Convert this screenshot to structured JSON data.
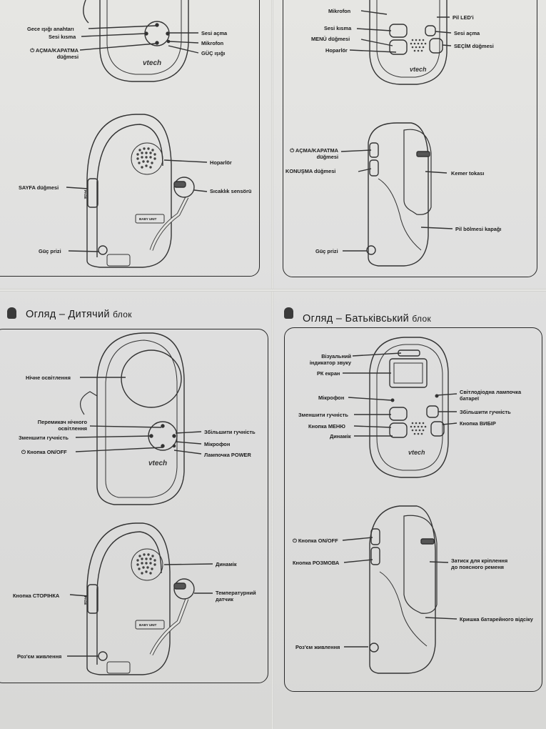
{
  "top_left": {
    "upper_labels": {
      "gece": "Gece ışığı anahtarı",
      "sesi_kisma": "Sesi kısma",
      "acma": "⏻ AÇMA/KAPATMA",
      "acma2": "düğmesi",
      "sesi_acma": "Sesi açma",
      "mikrofon": "Mikrofon",
      "guc_isigi": "GÜÇ ışığı",
      "logo": "vtech"
    },
    "lower_labels": {
      "hoparlor": "Hoparlör",
      "sayfa": "SAYFA düğmesi",
      "sicaklik": "Sıcaklık sensörü",
      "guc_prizi": "Güç prizi",
      "page_btn": "PAGE",
      "baby_unit": "BABY UNIT"
    }
  },
  "top_right": {
    "upper_labels": {
      "mikrofon": "Mikrofon",
      "pil_led": "Pil LED'i",
      "sesi_kisma": "Sesi kısma",
      "sesi_acma": "Sesi açma",
      "menu": "MENÜ düğmesi",
      "secim": "SEÇİM düğmesi",
      "hoparlor": "Hoparlör",
      "logo": "vtech"
    },
    "lower_labels": {
      "acma": "⏻ AÇMA/KAPATMA",
      "acma2": "düğmesi",
      "konusma": "KONUŞMA düğmesi",
      "kemer": "Kemer tokası",
      "pil": "Pil bölmesi kapağı",
      "guc_prizi": "Güç prizi"
    }
  },
  "bottom_left": {
    "title_main": "Огляд – Дитячий",
    "title_small": "блок",
    "upper_labels": {
      "nichne": "Нічне освітлення",
      "peremykach": "Перемикач нічного",
      "peremykach2": "освітлення",
      "zmenshyty": "Зменшити гучність",
      "onoff": "⏻ Кнопка ON/OFF",
      "zbilshyty": "Збільшити гучність",
      "mikrofon": "Мікрофон",
      "lampochka": "Лампочка POWER",
      "logo": "vtech"
    },
    "lower_labels": {
      "dynamik": "Динамік",
      "storinka": "Кнопка СТОРІНКА",
      "temp": "Температурний",
      "temp2": "датчик",
      "roz": "Роз'єм живлення",
      "page_btn": "PAGE",
      "baby_unit": "BABY UNIT"
    }
  },
  "bottom_right": {
    "title_main": "Огляд – Батьківський",
    "title_small": "блок",
    "upper_labels": {
      "vizualnyi": "Візуальний",
      "vizualnyi2": "індикатор звуку",
      "rk": "РК екран",
      "mikrofon": "Мікрофон",
      "zmenshyty": "Зменшити гучність",
      "menu": "Кнопка МЕНЮ",
      "dynamik": "Динамік",
      "svitlo": "Світлодіодна лампочка",
      "svitlo2": "батареї",
      "zbilshyty": "Збільшити гучність",
      "vybir": "Кнопка ВИБІР",
      "logo": "vtech"
    },
    "lower_labels": {
      "onoff": "⏻ Кнопка ON/OFF",
      "rozmova": "Кнопка РОЗМОВА",
      "zatysk": "Затиск для кріплення",
      "zatysk2": "до поясного ременя",
      "kryshka": "Кришка батарейного відсіку",
      "roz": "Роз'єм живлення"
    }
  }
}
